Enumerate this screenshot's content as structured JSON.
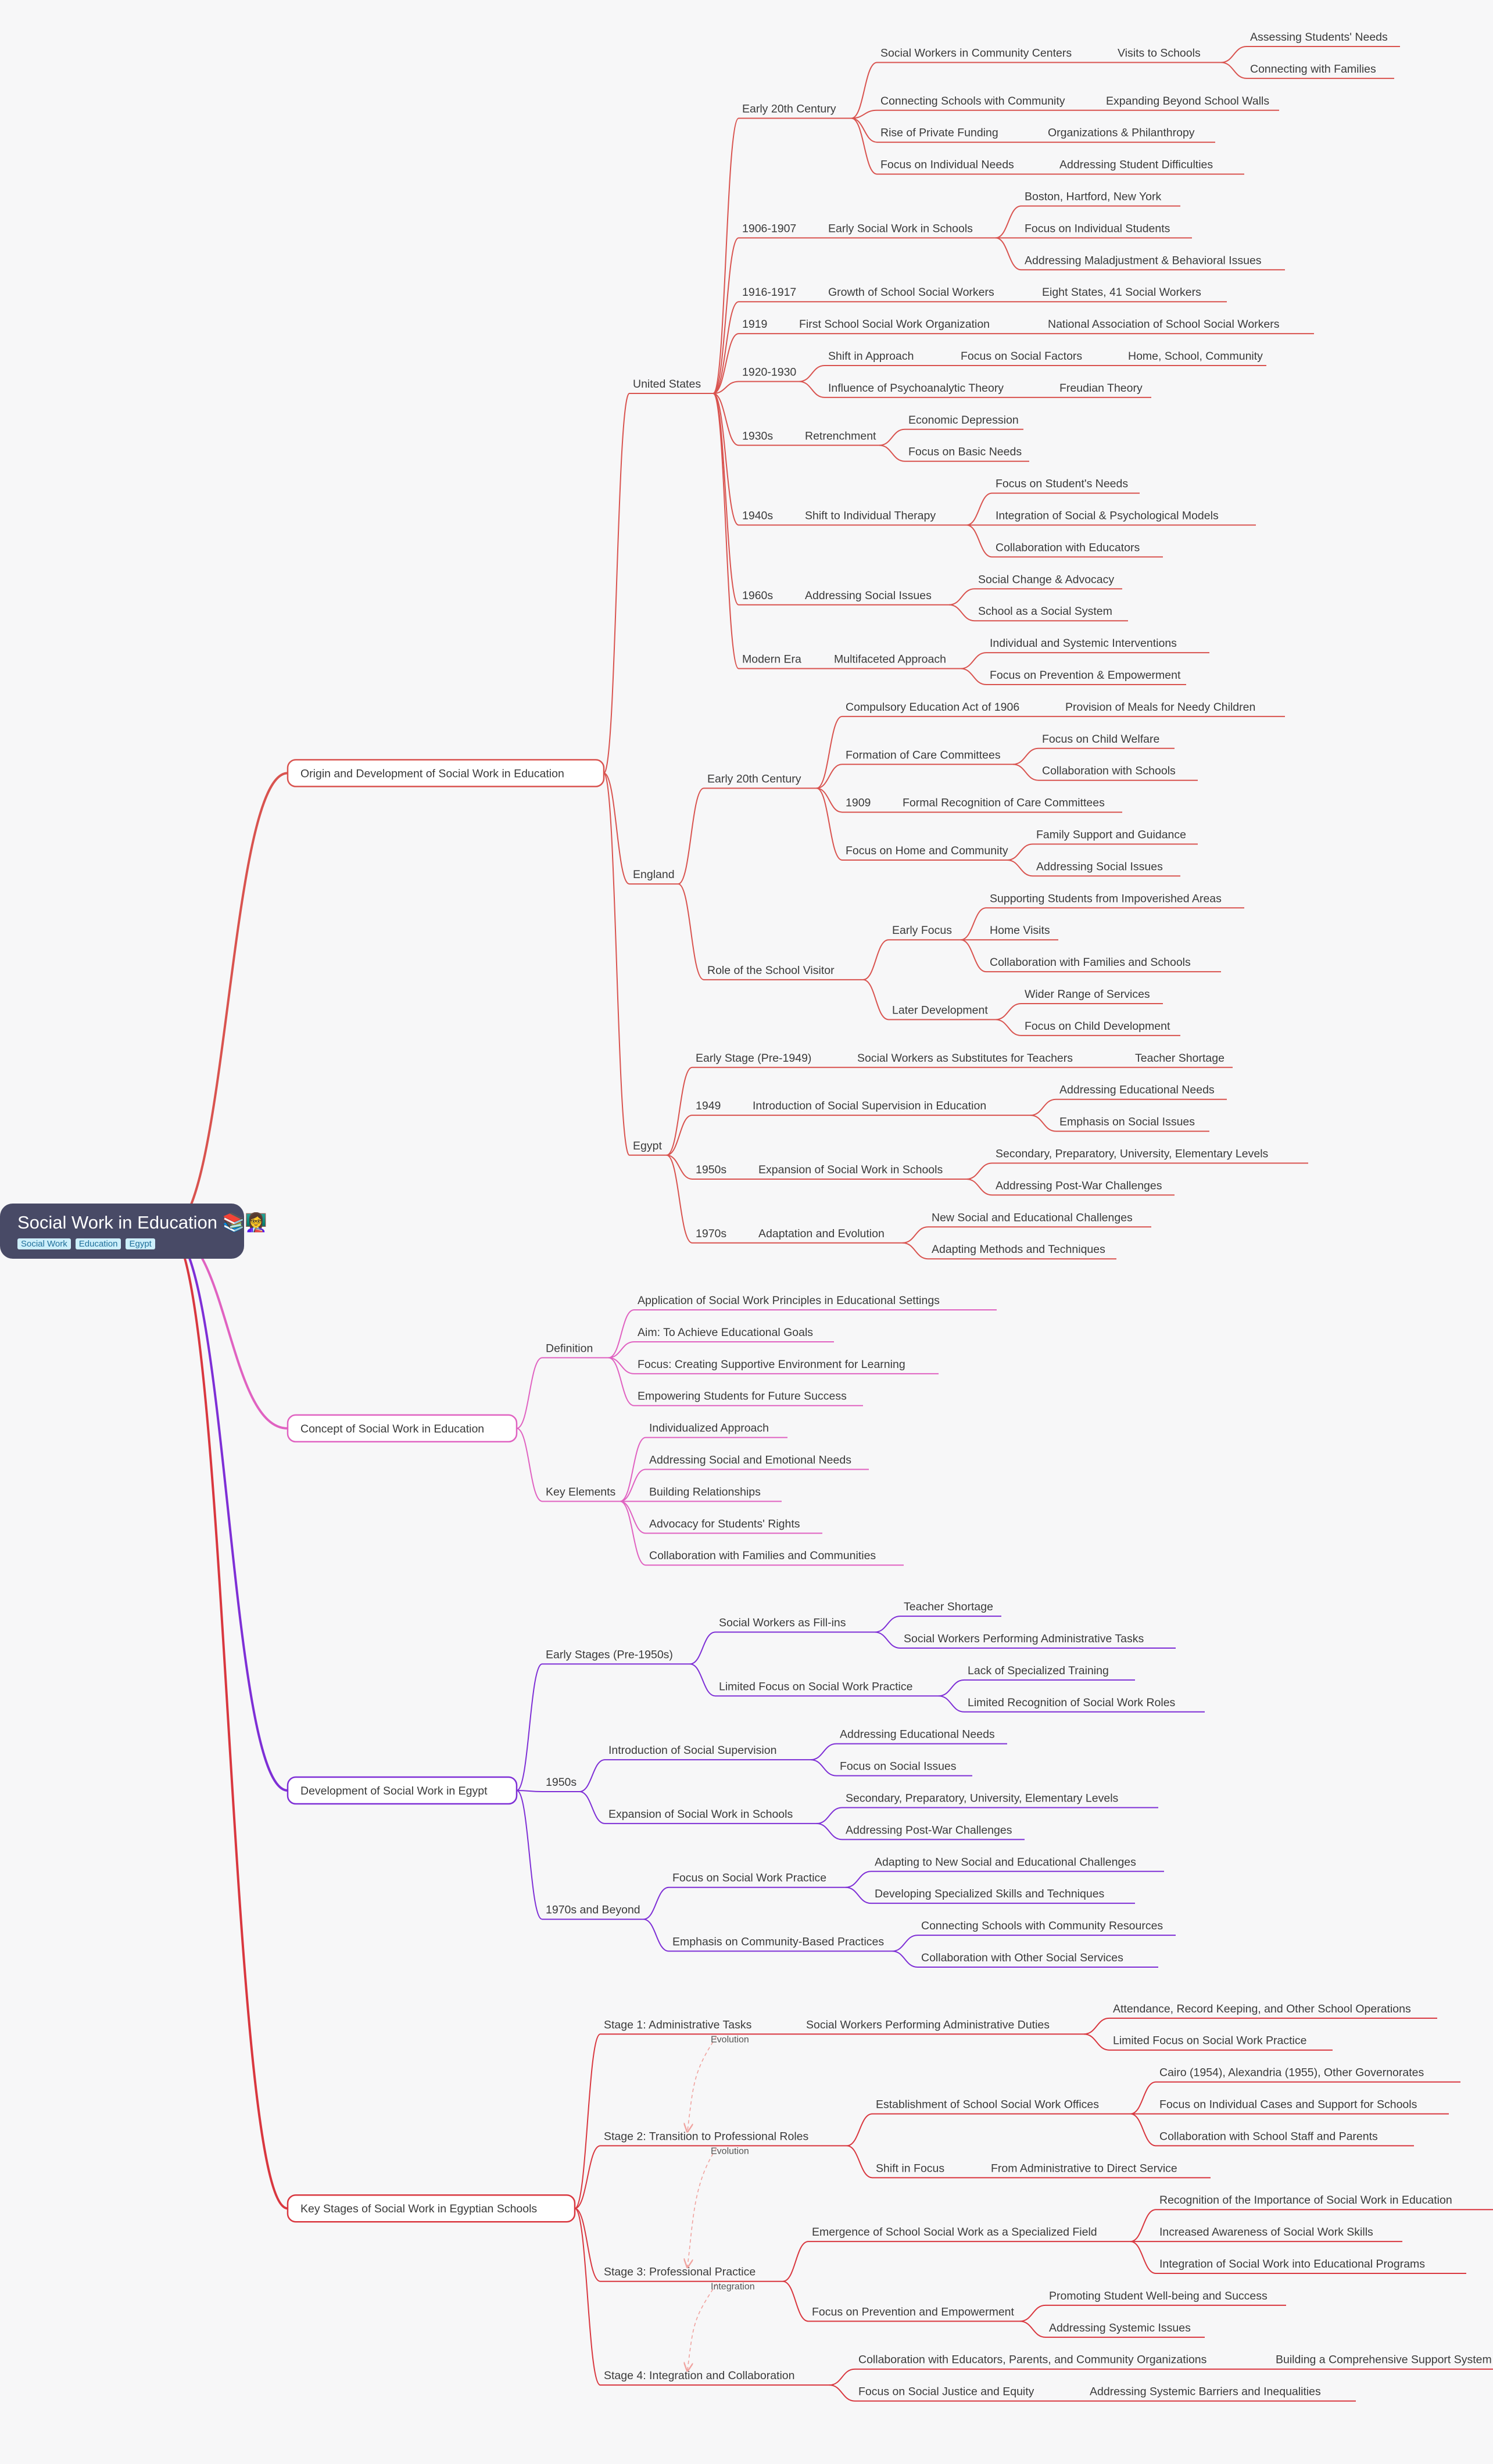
{
  "root": {
    "title": "Social Work in Education 📚👩‍🏫",
    "tags": [
      "Social Work",
      "Education",
      "Egypt"
    ]
  },
  "colors": {
    "origin": "#d9534f",
    "concept": "#e062c1",
    "egypt_dev": "#7e2fd6",
    "stages": "#d9373f",
    "root_bg": "#484a66"
  },
  "branches": [
    {
      "id": "origin",
      "label": "Origin and Development of Social Work in Education",
      "children": [
        {
          "label": "United States",
          "children": [
            {
              "label": "Early 20th Century",
              "children": [
                {
                  "label": "Social Workers in Community Centers",
                  "children": [
                    {
                      "label": "Visits to Schools",
                      "children": [
                        {
                          "label": "Assessing Students' Needs"
                        },
                        {
                          "label": "Connecting with Families"
                        }
                      ]
                    }
                  ]
                },
                {
                  "label": "Connecting Schools with Community",
                  "children": [
                    {
                      "label": "Expanding Beyond School Walls"
                    }
                  ]
                },
                {
                  "label": "Rise of Private Funding",
                  "children": [
                    {
                      "label": "Organizations & Philanthropy"
                    }
                  ]
                },
                {
                  "label": "Focus on Individual Needs",
                  "children": [
                    {
                      "label": "Addressing Student Difficulties"
                    }
                  ]
                }
              ]
            },
            {
              "label": "1906-1907",
              "children": [
                {
                  "label": "Early Social Work in Schools",
                  "children": [
                    {
                      "label": "Boston, Hartford, New York"
                    },
                    {
                      "label": "Focus on Individual Students"
                    },
                    {
                      "label": "Addressing Maladjustment & Behavioral Issues"
                    }
                  ]
                }
              ]
            },
            {
              "label": "1916-1917",
              "children": [
                {
                  "label": "Growth of School Social Workers",
                  "children": [
                    {
                      "label": "Eight States, 41 Social Workers"
                    }
                  ]
                }
              ]
            },
            {
              "label": "1919",
              "children": [
                {
                  "label": "First School Social Work Organization",
                  "children": [
                    {
                      "label": "National Association of School Social Workers"
                    }
                  ]
                }
              ]
            },
            {
              "label": "1920-1930",
              "children": [
                {
                  "label": "Shift in Approach",
                  "children": [
                    {
                      "label": "Focus on Social Factors",
                      "children": [
                        {
                          "label": "Home, School, Community"
                        }
                      ]
                    }
                  ]
                },
                {
                  "label": "Influence of Psychoanalytic Theory",
                  "children": [
                    {
                      "label": "Freudian Theory"
                    }
                  ]
                }
              ]
            },
            {
              "label": "1930s",
              "children": [
                {
                  "label": "Retrenchment",
                  "children": [
                    {
                      "label": "Economic Depression"
                    },
                    {
                      "label": "Focus on Basic Needs"
                    }
                  ]
                }
              ]
            },
            {
              "label": "1940s",
              "children": [
                {
                  "label": "Shift to Individual Therapy",
                  "children": [
                    {
                      "label": "Focus on Student's Needs"
                    },
                    {
                      "label": "Integration of Social & Psychological Models"
                    },
                    {
                      "label": "Collaboration with Educators"
                    }
                  ]
                }
              ]
            },
            {
              "label": "1960s",
              "children": [
                {
                  "label": "Addressing Social Issues",
                  "children": [
                    {
                      "label": "Social Change & Advocacy"
                    },
                    {
                      "label": "School as a Social System"
                    }
                  ]
                }
              ]
            },
            {
              "label": "Modern Era",
              "children": [
                {
                  "label": "Multifaceted Approach",
                  "children": [
                    {
                      "label": "Individual and Systemic Interventions"
                    },
                    {
                      "label": "Focus on Prevention & Empowerment"
                    }
                  ]
                }
              ]
            }
          ]
        },
        {
          "label": "England",
          "children": [
            {
              "label": "Early 20th Century",
              "children": [
                {
                  "label": "Compulsory Education Act of 1906",
                  "children": [
                    {
                      "label": "Provision of Meals for Needy Children"
                    }
                  ]
                },
                {
                  "label": "Formation of Care Committees",
                  "children": [
                    {
                      "label": "Focus on Child Welfare"
                    },
                    {
                      "label": "Collaboration with Schools"
                    }
                  ]
                },
                {
                  "label": "1909",
                  "children": [
                    {
                      "label": "Formal Recognition of Care Committees"
                    }
                  ]
                },
                {
                  "label": "Focus on Home and Community",
                  "children": [
                    {
                      "label": "Family Support and Guidance"
                    },
                    {
                      "label": "Addressing Social Issues"
                    }
                  ]
                }
              ]
            },
            {
              "label": "Role of the School Visitor",
              "children": [
                {
                  "label": "Early Focus",
                  "children": [
                    {
                      "label": "Supporting Students from Impoverished Areas"
                    },
                    {
                      "label": "Home Visits"
                    },
                    {
                      "label": "Collaboration with Families and Schools"
                    }
                  ]
                },
                {
                  "label": "Later Development",
                  "children": [
                    {
                      "label": "Wider Range of Services"
                    },
                    {
                      "label": "Focus on Child Development"
                    }
                  ]
                }
              ]
            }
          ]
        },
        {
          "label": "Egypt",
          "children": [
            {
              "label": "Early Stage (Pre-1949)",
              "children": [
                {
                  "label": "Social Workers as Substitutes for Teachers",
                  "children": [
                    {
                      "label": "Teacher Shortage"
                    }
                  ]
                }
              ]
            },
            {
              "label": "1949",
              "children": [
                {
                  "label": "Introduction of Social Supervision in Education",
                  "children": [
                    {
                      "label": "Addressing Educational Needs"
                    },
                    {
                      "label": "Emphasis on Social Issues"
                    }
                  ]
                }
              ]
            },
            {
              "label": "1950s",
              "children": [
                {
                  "label": "Expansion of Social Work in Schools",
                  "children": [
                    {
                      "label": "Secondary, Preparatory, University, Elementary Levels"
                    },
                    {
                      "label": "Addressing Post-War Challenges"
                    }
                  ]
                }
              ]
            },
            {
              "label": "1970s",
              "children": [
                {
                  "label": "Adaptation and Evolution",
                  "children": [
                    {
                      "label": "New Social and Educational Challenges"
                    },
                    {
                      "label": "Adapting Methods and Techniques"
                    }
                  ]
                }
              ]
            }
          ]
        }
      ]
    },
    {
      "id": "concept",
      "label": "Concept of Social Work in Education",
      "children": [
        {
          "label": "Definition",
          "children": [
            {
              "label": "Application of Social Work Principles in Educational Settings"
            },
            {
              "label": "Aim: To Achieve Educational Goals"
            },
            {
              "label": "Focus: Creating Supportive Environment for Learning"
            },
            {
              "label": "Empowering Students for Future Success"
            }
          ]
        },
        {
          "label": "Key Elements",
          "children": [
            {
              "label": "Individualized Approach"
            },
            {
              "label": "Addressing Social and Emotional Needs"
            },
            {
              "label": "Building Relationships"
            },
            {
              "label": "Advocacy for Students' Rights"
            },
            {
              "label": "Collaboration with Families and Communities"
            }
          ]
        }
      ]
    },
    {
      "id": "egypt_dev",
      "label": "Development of Social Work in Egypt",
      "children": [
        {
          "label": "Early Stages (Pre-1950s)",
          "children": [
            {
              "label": "Social Workers as Fill-ins",
              "children": [
                {
                  "label": "Teacher Shortage"
                },
                {
                  "label": "Social Workers Performing Administrative Tasks"
                }
              ]
            },
            {
              "label": "Limited Focus on Social Work Practice",
              "children": [
                {
                  "label": "Lack of Specialized Training"
                },
                {
                  "label": "Limited Recognition of Social Work Roles"
                }
              ]
            }
          ]
        },
        {
          "label": "1950s",
          "children": [
            {
              "label": "Introduction of Social Supervision",
              "children": [
                {
                  "label": "Addressing Educational Needs"
                },
                {
                  "label": "Focus on Social Issues"
                }
              ]
            },
            {
              "label": "Expansion of Social Work in Schools",
              "children": [
                {
                  "label": "Secondary, Preparatory, University, Elementary Levels"
                },
                {
                  "label": "Addressing Post-War Challenges"
                }
              ]
            }
          ]
        },
        {
          "label": "1970s and Beyond",
          "children": [
            {
              "label": "Focus on Social Work Practice",
              "children": [
                {
                  "label": "Adapting to New Social and Educational Challenges"
                },
                {
                  "label": "Developing Specialized Skills and Techniques"
                }
              ]
            },
            {
              "label": "Emphasis on Community-Based Practices",
              "children": [
                {
                  "label": "Connecting Schools with Community Resources"
                },
                {
                  "label": "Collaboration with Other Social Services"
                }
              ]
            }
          ]
        }
      ]
    },
    {
      "id": "stages",
      "label": "Key Stages of Social Work in Egyptian Schools",
      "children": [
        {
          "label": "Stage 1: Administrative Tasks",
          "children": [
            {
              "label": "Social Workers Performing Administrative Duties",
              "children": [
                {
                  "label": "Attendance, Record Keeping, and Other School Operations"
                },
                {
                  "label": "Limited Focus on Social Work Practice"
                }
              ]
            }
          ]
        },
        {
          "label": "Stage 2: Transition to Professional Roles",
          "children": [
            {
              "label": "Establishment of School Social Work Offices",
              "children": [
                {
                  "label": "Cairo (1954), Alexandria (1955), Other Governorates"
                },
                {
                  "label": "Focus on Individual Cases and Support for Schools"
                },
                {
                  "label": "Collaboration with School Staff and Parents"
                }
              ]
            },
            {
              "label": "Shift in Focus",
              "children": [
                {
                  "label": "From Administrative to Direct Service"
                }
              ]
            }
          ]
        },
        {
          "label": "Stage 3: Professional Practice",
          "children": [
            {
              "label": "Emergence of School Social Work as a Specialized Field",
              "children": [
                {
                  "label": "Recognition of the Importance of Social Work in Education"
                },
                {
                  "label": "Increased Awareness of Social Work Skills"
                },
                {
                  "label": "Integration of Social Work into Educational Programs"
                }
              ]
            },
            {
              "label": "Focus on Prevention and Empowerment",
              "children": [
                {
                  "label": "Promoting Student Well-being and Success"
                },
                {
                  "label": "Addressing Systemic Issues"
                }
              ]
            }
          ]
        },
        {
          "label": "Stage 4: Integration and Collaboration",
          "children": [
            {
              "label": "Collaboration with Educators, Parents, and Community Organizations",
              "children": [
                {
                  "label": "Building a Comprehensive Support System for Students"
                }
              ]
            },
            {
              "label": "Focus on Social Justice and Equity",
              "children": [
                {
                  "label": "Addressing Systemic Barriers and Inequalities"
                }
              ]
            }
          ]
        }
      ]
    }
  ],
  "relations": [
    {
      "from": "Stage 1: Administrative Tasks",
      "to": "Stage 2: Transition to Professional Roles",
      "label": "Evolution"
    },
    {
      "from": "Stage 2: Transition to Professional Roles",
      "to": "Stage 3: Professional Practice",
      "label": "Evolution"
    },
    {
      "from": "Stage 3: Professional Practice",
      "to": "Stage 4: Integration and Collaboration",
      "label": "Integration"
    }
  ]
}
